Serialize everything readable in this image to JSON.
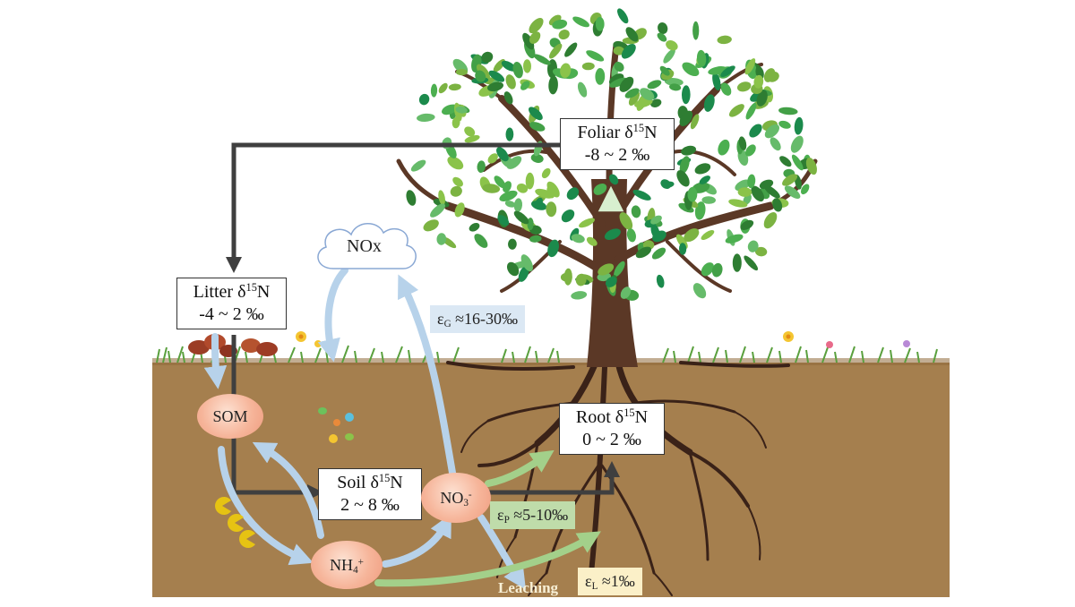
{
  "colors": {
    "soil": "#a57f4e",
    "flow_blue": "#b7d2ea",
    "flow_green": "#a3d08a",
    "flow_dark": "#3f3f3f",
    "node_fill": "#f6b59a",
    "tag_blue": "#dbe8f4",
    "tag_green": "#bfdcaa",
    "tag_yellow": "#fbf0c8"
  },
  "pools": {
    "foliar": {
      "name": "Foliar δ",
      "iso": "15",
      "el": "N",
      "range": "-8 ~ 2 ‰"
    },
    "litter": {
      "name": "Litter δ",
      "iso": "15",
      "el": "N",
      "range": "-4 ~ 2 ‰"
    },
    "soil": {
      "name": "Soil δ",
      "iso": "15",
      "el": "N",
      "range": "2 ~ 8 ‰"
    },
    "root": {
      "name": "Root δ",
      "iso": "15",
      "el": "N",
      "range": "0 ~ 2 ‰"
    }
  },
  "nodes": {
    "som": "SOM",
    "nh4": {
      "base": "NH",
      "sub": "4",
      "sup": "+"
    },
    "no3": {
      "base": "NO",
      "sub": "3",
      "sup": "-"
    }
  },
  "cloud": {
    "label": "NOx"
  },
  "fractionation": {
    "gaseous": {
      "sym": "ε",
      "sub": "G",
      "val": " ≈16-30‰"
    },
    "plant": {
      "sym": "ε",
      "sub": "P",
      "val": " ≈5-10‰"
    },
    "leach": {
      "sym": "ε",
      "sub": "L",
      "val": " ≈1‰"
    }
  },
  "labels": {
    "leaching": "Leaching"
  },
  "icons": [
    "tree-icon",
    "grass-icon",
    "flower-icon",
    "microbe-icon",
    "pacman-icon"
  ]
}
